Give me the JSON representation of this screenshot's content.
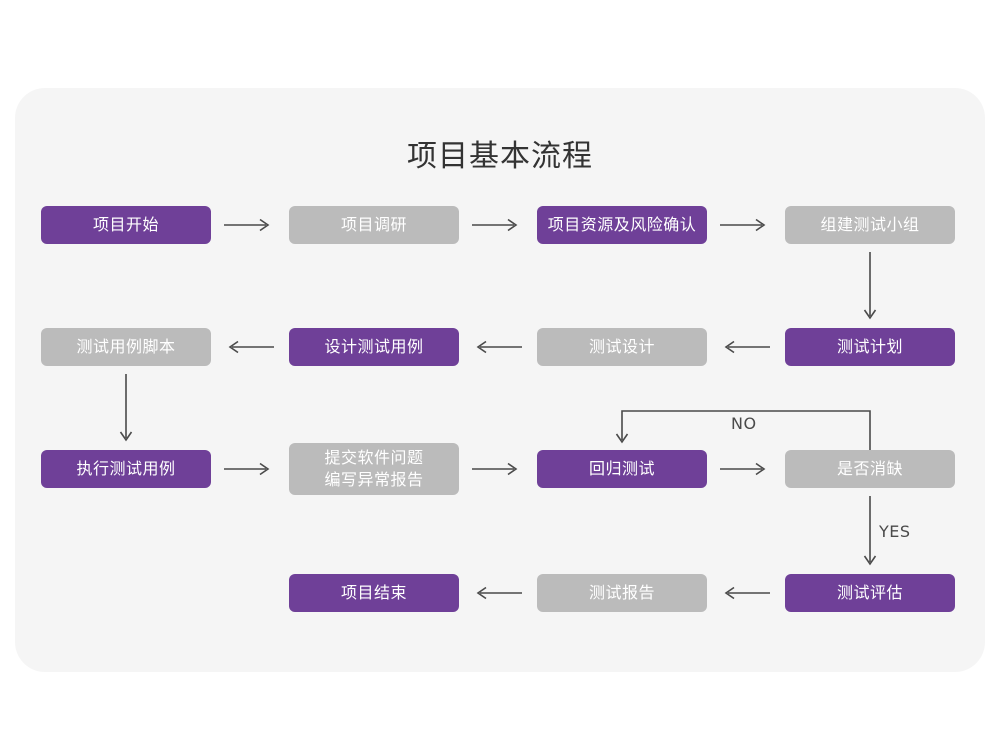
{
  "page": {
    "title": "项目基本流程",
    "background_color": "#ffffff",
    "card_color": "#f5f5f5"
  },
  "palette": {
    "purple": "#6f4098",
    "gray": "#bbbbbb",
    "arrow": "#4a4a4a",
    "text_on_node": "#ffffff",
    "title_text": "#333333"
  },
  "chart_data": {
    "type": "diagram",
    "title": "项目基本流程",
    "nodes": [
      {
        "id": "n1",
        "label": "项目开始",
        "style": "purple",
        "row": 1,
        "col": 1
      },
      {
        "id": "n2",
        "label": "项目调研",
        "style": "gray",
        "row": 1,
        "col": 2
      },
      {
        "id": "n3",
        "label": "项目资源及风险确认",
        "style": "purple",
        "row": 1,
        "col": 3
      },
      {
        "id": "n4",
        "label": "组建测试小组",
        "style": "gray",
        "row": 1,
        "col": 4
      },
      {
        "id": "n5",
        "label": "测试计划",
        "style": "purple",
        "row": 2,
        "col": 4
      },
      {
        "id": "n6",
        "label": "测试设计",
        "style": "gray",
        "row": 2,
        "col": 3
      },
      {
        "id": "n7",
        "label": "设计测试用例",
        "style": "purple",
        "row": 2,
        "col": 2
      },
      {
        "id": "n8",
        "label": "测试用例脚本",
        "style": "gray",
        "row": 2,
        "col": 1
      },
      {
        "id": "n9",
        "label": "执行测试用例",
        "style": "purple",
        "row": 3,
        "col": 1
      },
      {
        "id": "n10",
        "label": "提交软件问题\n编写异常报告",
        "style": "gray",
        "row": 3,
        "col": 2
      },
      {
        "id": "n11",
        "label": "回归测试",
        "style": "purple",
        "row": 3,
        "col": 3
      },
      {
        "id": "n12",
        "label": "是否消缺",
        "style": "gray",
        "row": 3,
        "col": 4
      },
      {
        "id": "n13",
        "label": "测试评估",
        "style": "purple",
        "row": 4,
        "col": 4
      },
      {
        "id": "n14",
        "label": "测试报告",
        "style": "gray",
        "row": 4,
        "col": 3
      },
      {
        "id": "n15",
        "label": "项目结束",
        "style": "purple",
        "row": 4,
        "col": 2
      }
    ],
    "edges": [
      {
        "from": "n1",
        "to": "n2",
        "label": "",
        "direction": "right"
      },
      {
        "from": "n2",
        "to": "n3",
        "label": "",
        "direction": "right"
      },
      {
        "from": "n3",
        "to": "n4",
        "label": "",
        "direction": "right"
      },
      {
        "from": "n4",
        "to": "n5",
        "label": "",
        "direction": "down"
      },
      {
        "from": "n5",
        "to": "n6",
        "label": "",
        "direction": "left"
      },
      {
        "from": "n6",
        "to": "n7",
        "label": "",
        "direction": "left"
      },
      {
        "from": "n7",
        "to": "n8",
        "label": "",
        "direction": "left"
      },
      {
        "from": "n8",
        "to": "n9",
        "label": "",
        "direction": "down"
      },
      {
        "from": "n9",
        "to": "n10",
        "label": "",
        "direction": "right"
      },
      {
        "from": "n10",
        "to": "n11",
        "label": "",
        "direction": "right"
      },
      {
        "from": "n11",
        "to": "n12",
        "label": "",
        "direction": "right"
      },
      {
        "from": "n12",
        "to": "n11",
        "label": "NO",
        "direction": "loop-up-left"
      },
      {
        "from": "n12",
        "to": "n13",
        "label": "YES",
        "direction": "down"
      },
      {
        "from": "n13",
        "to": "n14",
        "label": "",
        "direction": "left"
      },
      {
        "from": "n14",
        "to": "n15",
        "label": "",
        "direction": "left"
      }
    ],
    "edge_labels": [
      "NO",
      "YES"
    ]
  }
}
